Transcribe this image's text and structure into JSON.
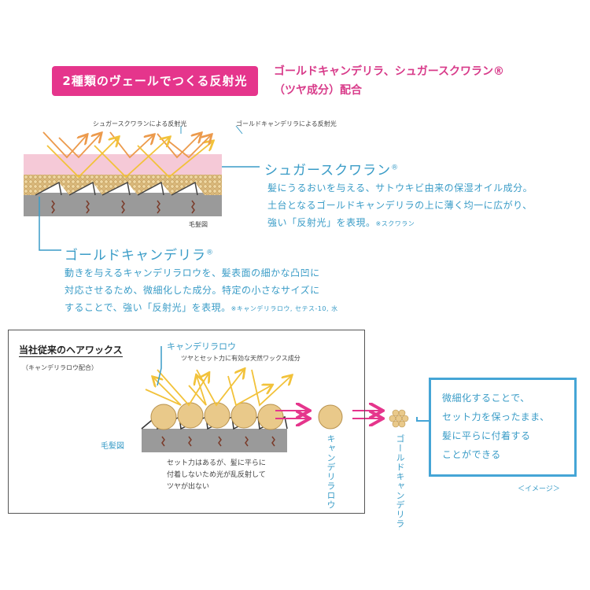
{
  "header": {
    "pill": "2種類のヴェールでつくる反射光",
    "title_line1": "ゴールドキャンデリラ、シュガースクワラン®",
    "title_line2": "（ツヤ成分）配合"
  },
  "top_diagram": {
    "label_squalane_reflection": "シュガースクワランによる反射光",
    "label_candelilla_reflection": "ゴールドキャンデリラによる反射光",
    "hair_label": "毛髪図"
  },
  "squalane": {
    "title": "シュガースクワラン",
    "mark": "®",
    "line1": "髪にうるおいを与える、サトウキビ由来の保湿オイル成分。",
    "line2": "土台となるゴールドキャンデリラの上に薄く均一に広がり、",
    "line3": "強い「反射光」を表現。",
    "note": "※スクワラン"
  },
  "candelilla": {
    "title": "ゴールドキャンデリラ",
    "mark": "®",
    "line1": "動きを与えるキャンデリラロウを、髪表面の細かな凸凹に",
    "line2": "対応させるため、微細化した成分。特定の小さなサイズに",
    "line3": "することで、強い「反射光」を表現。",
    "note": "※キャンデリラロウ, セテス-10, 水"
  },
  "conventional": {
    "title": "当社従来のヘアワックス",
    "subtitle": "（キャンデリラロウ配合）",
    "wax_label": "キャンデリラロウ",
    "wax_desc": "ツヤとセット力に有効な天然ワックス成分",
    "hair_label": "毛髪図",
    "note_line1": "セット力はあるが、髪に平らに",
    "note_line2": "付着しないため光が乱反射して",
    "note_line3": "ツヤが出ない"
  },
  "transition": {
    "wax_vertical": "キャンデリラロウ",
    "gold_vertical": "ゴールドキャンデリラ"
  },
  "benefit": {
    "line1": "微細化することで、",
    "line2": "セット力を保ったまま、",
    "line3": "髪に平らに付着する",
    "line4": "ことができる"
  },
  "image_note": "＜イメージ＞",
  "colors": {
    "pink": "#e5358c",
    "blue": "#3a9cc7",
    "orange_arrow": "#ec9a4c",
    "yellow_arrow": "#f2c23a",
    "pink_layer": "#f5c9d7",
    "wax_particle": "#e9c98a",
    "hair_gray": "#9a9a9a"
  }
}
